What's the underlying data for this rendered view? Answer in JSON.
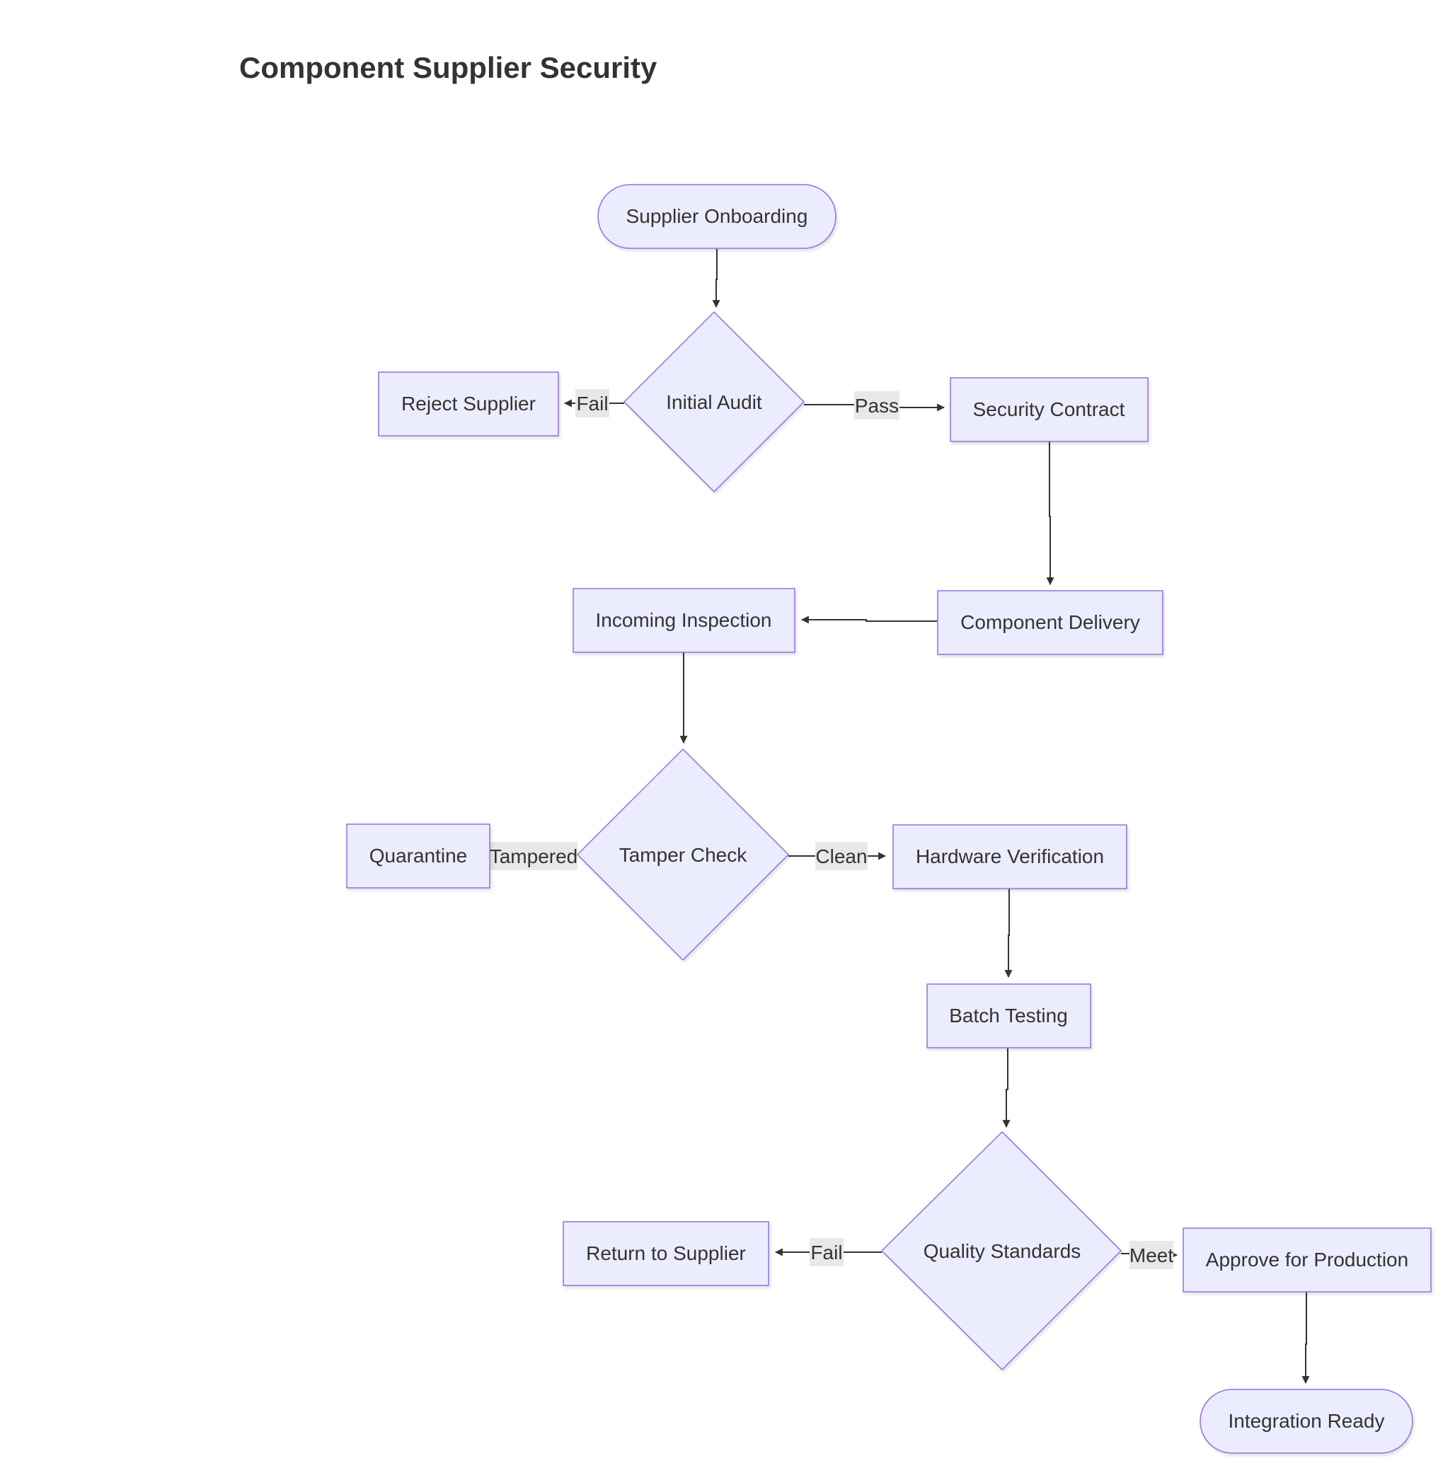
{
  "title": "Component Supplier Security",
  "nodes": {
    "supplier_onboarding": "Supplier Onboarding",
    "initial_audit": "Initial Audit",
    "reject_supplier": "Reject Supplier",
    "security_contract": "Security Contract",
    "component_delivery": "Component Delivery",
    "incoming_inspection": "Incoming Inspection",
    "tamper_check": "Tamper Check",
    "quarantine": "Quarantine",
    "hardware_verification": "Hardware Verification",
    "batch_testing": "Batch Testing",
    "quality_standards": "Quality Standards",
    "return_to_supplier": "Return to Supplier",
    "approve_for_production": "Approve for Production",
    "integration_ready": "Integration Ready"
  },
  "edges": {
    "audit_fail": "Fail",
    "audit_pass": "Pass",
    "tamper_tampered": "Tampered",
    "tamper_clean": "Clean",
    "quality_fail": "Fail",
    "quality_meet": "Meet"
  },
  "colors": {
    "node_fill": "#ECECFF",
    "node_stroke": "#9370DB",
    "edge": "#333333",
    "label_bg": "#e8e8e8"
  }
}
